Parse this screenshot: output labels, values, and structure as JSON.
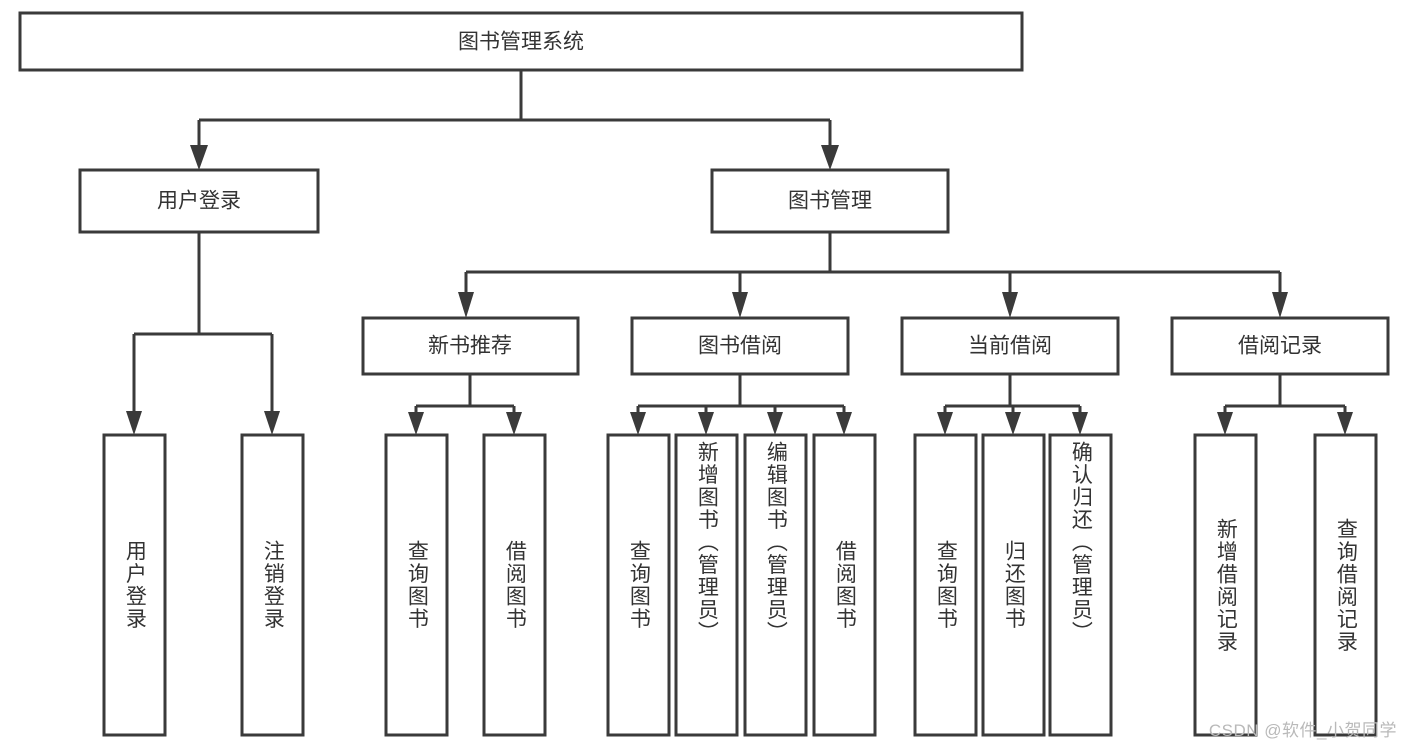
{
  "diagram": {
    "type": "tree-hierarchy",
    "title": "图书管理系统",
    "root": {
      "label": "图书管理系统"
    },
    "level2": [
      {
        "id": "user-login",
        "label": "用户登录"
      },
      {
        "id": "book-manage",
        "label": "图书管理"
      }
    ],
    "level3": [
      {
        "id": "new-book-recommend",
        "label": "新书推荐",
        "parent": "book-manage"
      },
      {
        "id": "book-borrow",
        "label": "图书借阅",
        "parent": "book-manage"
      },
      {
        "id": "current-borrow",
        "label": "当前借阅",
        "parent": "book-manage"
      },
      {
        "id": "borrow-record",
        "label": "借阅记录",
        "parent": "book-manage"
      }
    ],
    "leaves": [
      {
        "id": "leaf-user-login",
        "label": "用户登录",
        "parent": "user-login"
      },
      {
        "id": "leaf-logout-login",
        "label": "注销登录",
        "parent": "user-login"
      },
      {
        "id": "leaf-query-book-1",
        "label": "查询图书",
        "parent": "new-book-recommend"
      },
      {
        "id": "leaf-borrow-book-1",
        "label": "借阅图书",
        "parent": "new-book-recommend"
      },
      {
        "id": "leaf-query-book-2",
        "label": "查询图书",
        "parent": "book-borrow"
      },
      {
        "id": "leaf-add-book",
        "label": "新增图书（管理员）",
        "parent": "book-borrow"
      },
      {
        "id": "leaf-edit-book",
        "label": "编辑图书（管理员）",
        "parent": "book-borrow"
      },
      {
        "id": "leaf-borrow-book-2",
        "label": "借阅图书",
        "parent": "book-borrow"
      },
      {
        "id": "leaf-query-book-3",
        "label": "查询图书",
        "parent": "current-borrow"
      },
      {
        "id": "leaf-return-book",
        "label": "归还图书",
        "parent": "current-borrow"
      },
      {
        "id": "leaf-confirm-return",
        "label": "确认归还（管理员）",
        "parent": "current-borrow"
      },
      {
        "id": "leaf-add-record",
        "label": "新增借阅记录",
        "parent": "borrow-record"
      },
      {
        "id": "leaf-query-record",
        "label": "查询借阅记录",
        "parent": "borrow-record"
      }
    ],
    "colors": {
      "box_stroke": "#3a3a3a",
      "box_fill": "#ffffff",
      "text": "#333333",
      "background": "#ffffff",
      "watermark": "#b9b9b9"
    }
  },
  "watermark": {
    "text": "CSDN @软件_小贺同学"
  }
}
